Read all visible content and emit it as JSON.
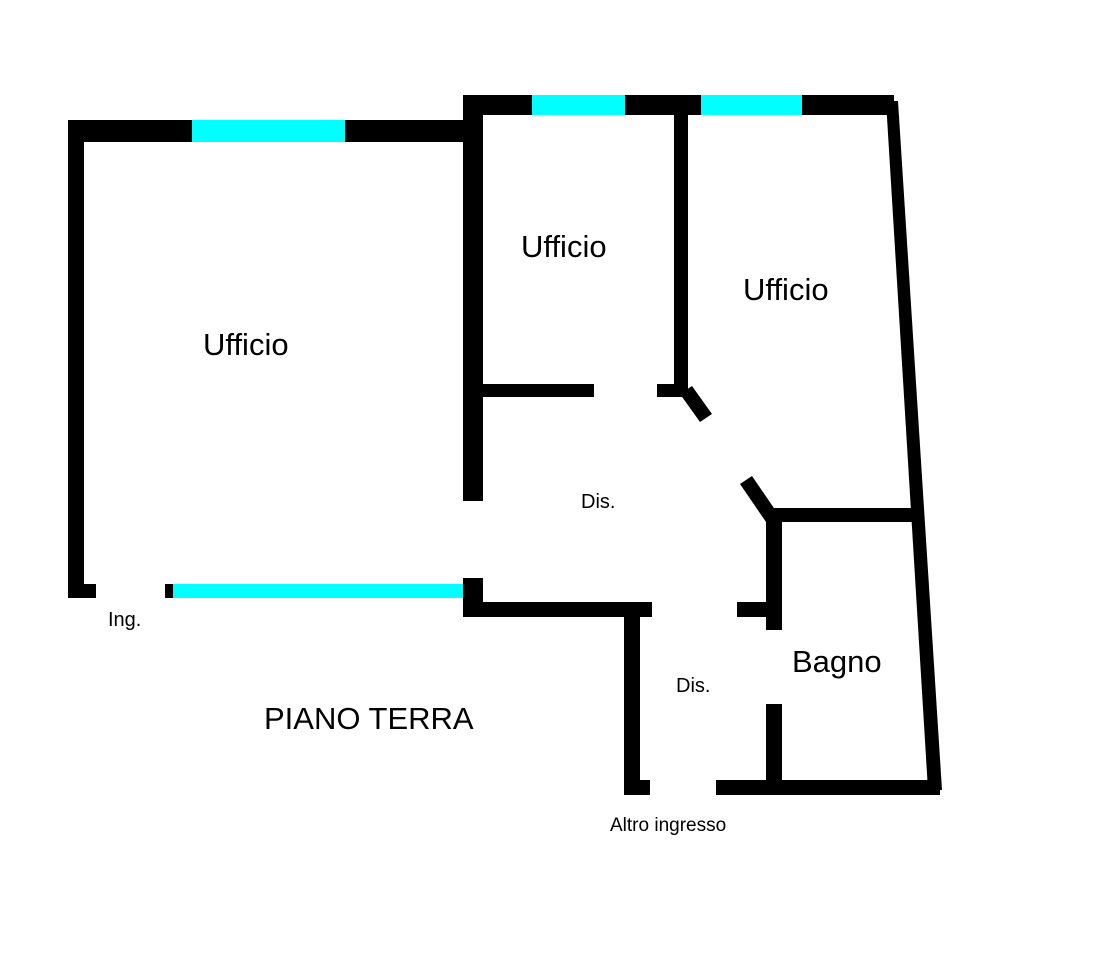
{
  "floor_title": "PIANO TERRA",
  "rooms": {
    "office_large": "Ufficio",
    "office_middle": "Ufficio",
    "office_right": "Ufficio",
    "bathroom": "Bagno",
    "corridor_main": "Dis.",
    "corridor_secondary": "Dis."
  },
  "entrances": {
    "main": "Ing.",
    "secondary": "Altro ingresso"
  },
  "colors": {
    "wall": "#000000",
    "window": "#00ffff",
    "background": "#ffffff"
  }
}
